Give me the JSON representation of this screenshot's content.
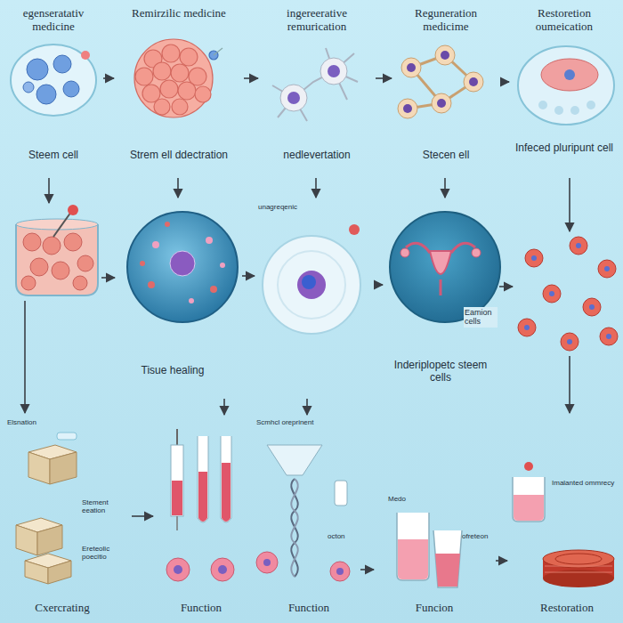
{
  "diagram": {
    "nodes": [
      {
        "text": [
          "egenseratativ medicine",
          "Steem cell"
        ]
      },
      {
        "text": [
          "Remirzilic medicine",
          "Strem ell ddectration"
        ]
      },
      {
        "text": [
          "ingereerative remurication",
          "nedlevertation"
        ]
      },
      {
        "text": [
          "Reguneration medicime",
          "Stecen ell"
        ]
      },
      {
        "text": [
          "Restoretion oumeication",
          "Infeced pluripunt cell"
        ]
      },
      {
        "text": [
          "Tisue healing"
        ]
      },
      {
        "text": [
          "unagreqenic"
        ]
      },
      {
        "text": [
          "Eamion cells",
          "Inderiplopetc steem cells"
        ]
      },
      {
        "text": [
          "Elsnation",
          "Stement eeation",
          "Ereteolic poecitio",
          "Cxercrating"
        ]
      },
      {
        "text": [
          "Function"
        ]
      },
      {
        "text": [
          "Scmhcl oreprinent",
          "octon",
          "Function"
        ]
      },
      {
        "text": [
          "Medo",
          "ofreteon",
          "Funcion"
        ]
      },
      {
        "text": [
          "Imalanted ommrecy",
          "Restoration"
        ]
      }
    ],
    "edges": [
      {
        "from": 0,
        "to": 1,
        "arrow": "to"
      },
      {
        "from": 1,
        "to": 2,
        "arrow": "to"
      },
      {
        "from": 2,
        "to": 3,
        "arrow": "to"
      },
      {
        "from": 3,
        "to": 4,
        "arrow": "to"
      },
      {
        "from": 1,
        "to": 5,
        "arrow": "to"
      },
      {
        "from": 2,
        "to": 6,
        "arrow": "to"
      },
      {
        "from": 3,
        "to": 7,
        "arrow": "to"
      },
      {
        "from": 5,
        "to": 6,
        "arrow": "to"
      },
      {
        "from": 6,
        "to": 7,
        "arrow": "to"
      },
      {
        "from": 5,
        "to": 9,
        "arrow": "to"
      },
      {
        "from": 6,
        "to": 10,
        "arrow": "to"
      },
      {
        "from": 8,
        "to": 9,
        "arrow": "to"
      },
      {
        "from": 10,
        "to": 11,
        "arrow": "to"
      },
      {
        "from": 11,
        "to": 12,
        "arrow": "to"
      }
    ]
  }
}
